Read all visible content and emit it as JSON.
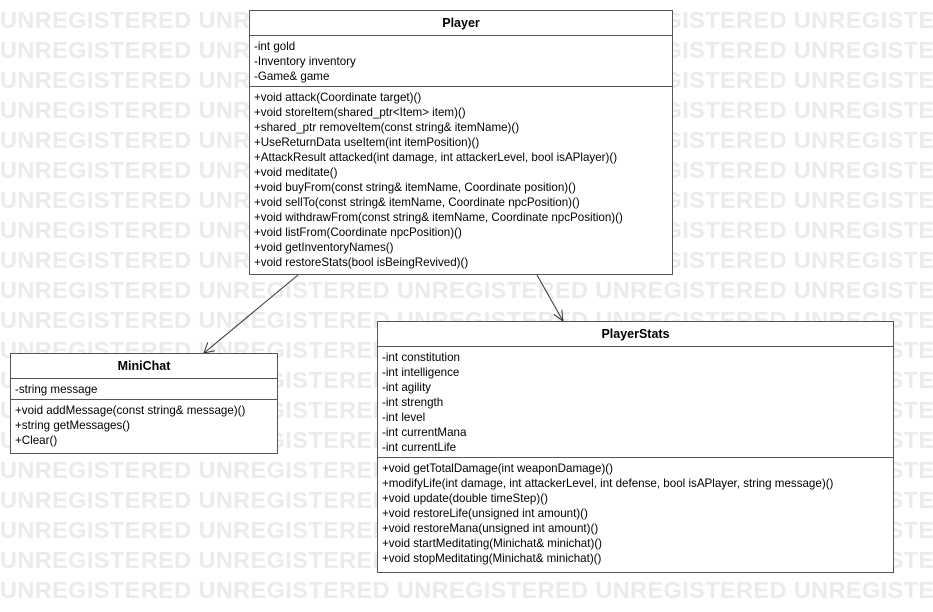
{
  "watermark": {
    "text": "UNREGISTERED"
  },
  "classes": {
    "player": {
      "name": "Player",
      "attributes": [
        "-int gold",
        "-Inventory inventory",
        "-Game& game"
      ],
      "methods": [
        "+void attack(Coordinate target)()",
        "+void storeItem(shared_ptr<Item> item)()",
        "+shared_ptr removeItem(const string& itemName)()",
        "+UseReturnData useItem(int itemPosition)()",
        "+AttackResult attacked(int damage, int attackerLevel, bool isAPlayer)()",
        "+void meditate()",
        "+void buyFrom(const string& itemName, Coordinate position)()",
        "+void sellTo(const string& itemName, Coordinate npcPosition)()",
        "+void withdrawFrom(const string& itemName, Coordinate npcPosition)()",
        "+void listFrom(Coordinate npcPosition)()",
        "+void getInventoryNames()",
        "+void restoreStats(bool isBeingRevived)()"
      ]
    },
    "minichat": {
      "name": "MiniChat",
      "attributes": [
        "-string message"
      ],
      "methods": [
        "+void addMessage(const string& message)()",
        "+string getMessages()",
        "+Clear()"
      ]
    },
    "playerstats": {
      "name": "PlayerStats",
      "attributes": [
        "-int constitution",
        "-int intelligence",
        "-int agility",
        "-int strength",
        "-int level",
        "-int currentMana",
        "-int currentLife"
      ],
      "methods": [
        "+void getTotalDamage(int weaponDamage)()",
        "+modifyLife(int damage, int attackerLevel, int defense, bool isAPlayer, string message)()",
        "+void update(double timeStep)()",
        "+void restoreLife(unsigned int amount)()",
        "+void restoreMana(unsigned int amount)()",
        "+void startMeditating(Minichat& minichat)()",
        "+void stopMeditating(Minichat& minichat)()"
      ]
    }
  }
}
